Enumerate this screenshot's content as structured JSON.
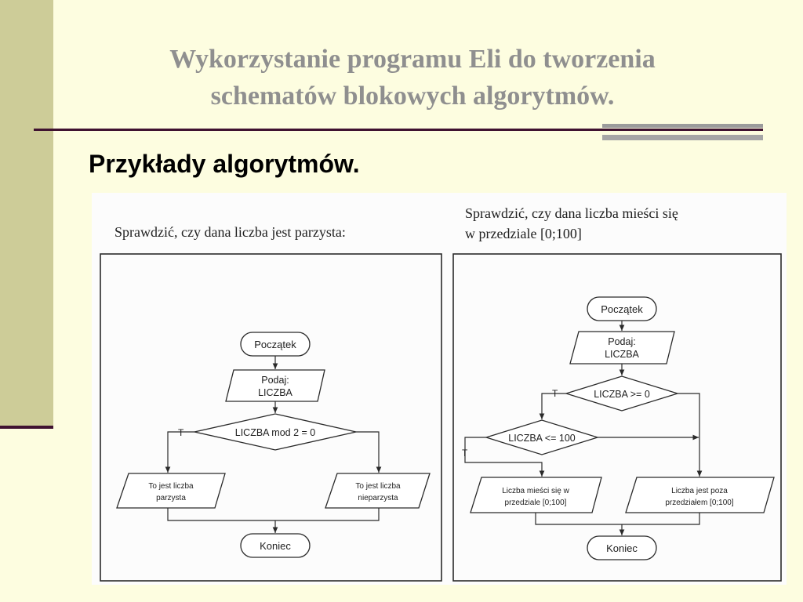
{
  "slide": {
    "title_line1": "Wykorzystanie programu Eli do tworzenia",
    "title_line2": "schematów blokowych algorytmów.",
    "subtitle": "Przykłady algorytmów."
  },
  "diagram_left": {
    "caption": "Sprawdzić, czy dana liczba jest parzysta:",
    "start": "Początek",
    "input_line1": "Podaj:",
    "input_line2": "LICZBA",
    "decision": "LICZBA mod 2 = 0",
    "true_label": "T",
    "out_true_line1": "To jest liczba",
    "out_true_line2": "parzysta",
    "out_false_line1": "To jest liczba",
    "out_false_line2": "nieparzysta",
    "end": "Koniec"
  },
  "diagram_right": {
    "caption_line1": "Sprawdzić, czy dana liczba mieści się",
    "caption_line2": "w przedziale [0;100]",
    "start": "Początek",
    "input_line1": "Podaj:",
    "input_line2": "LICZBA",
    "decision1": "LICZBA >= 0",
    "decision1_true": "T",
    "decision2": "LICZBA <= 100",
    "decision2_true": "T",
    "out_in_line1": "Liczba mieści się w",
    "out_in_line2": "przedziale [0;100]",
    "out_out_line1": "Liczba jest poza",
    "out_out_line2": "przedziałem [0;100]",
    "end": "Koniec"
  },
  "colors": {
    "background": "#fdfde0",
    "side_band": "#cdcc98",
    "accent_dark": "#3f1230",
    "title_grey": "#8f8f8f"
  }
}
